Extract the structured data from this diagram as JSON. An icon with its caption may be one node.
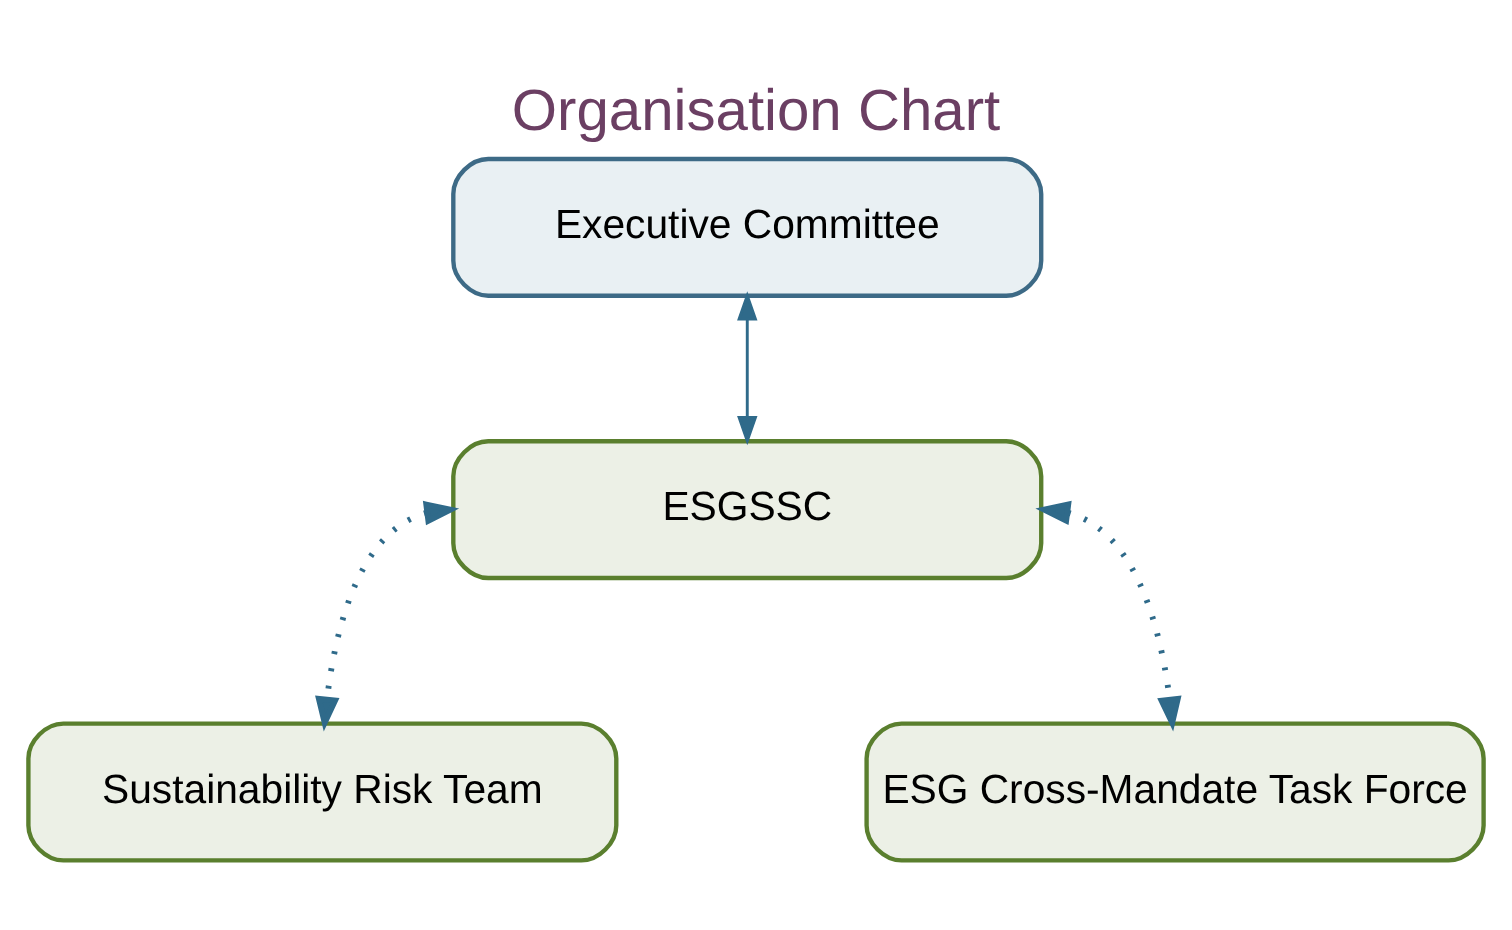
{
  "diagram": {
    "title": "Organisation Chart",
    "nodes": [
      {
        "text": [
          "Executive Committee"
        ]
      },
      {
        "text": [
          "ESGSSC"
        ]
      },
      {
        "text": [
          "Sustainability Risk Team"
        ]
      },
      {
        "text": [
          "ESG Cross-Mandate Task Force"
        ]
      }
    ],
    "edges": [
      {
        "from": 0,
        "to": 1,
        "arrow": "both"
      },
      {
        "from": 1,
        "to": 2,
        "arrow": "both",
        "style": "dashed"
      },
      {
        "from": 1,
        "to": 3,
        "arrow": "both",
        "style": "dashed"
      }
    ]
  }
}
